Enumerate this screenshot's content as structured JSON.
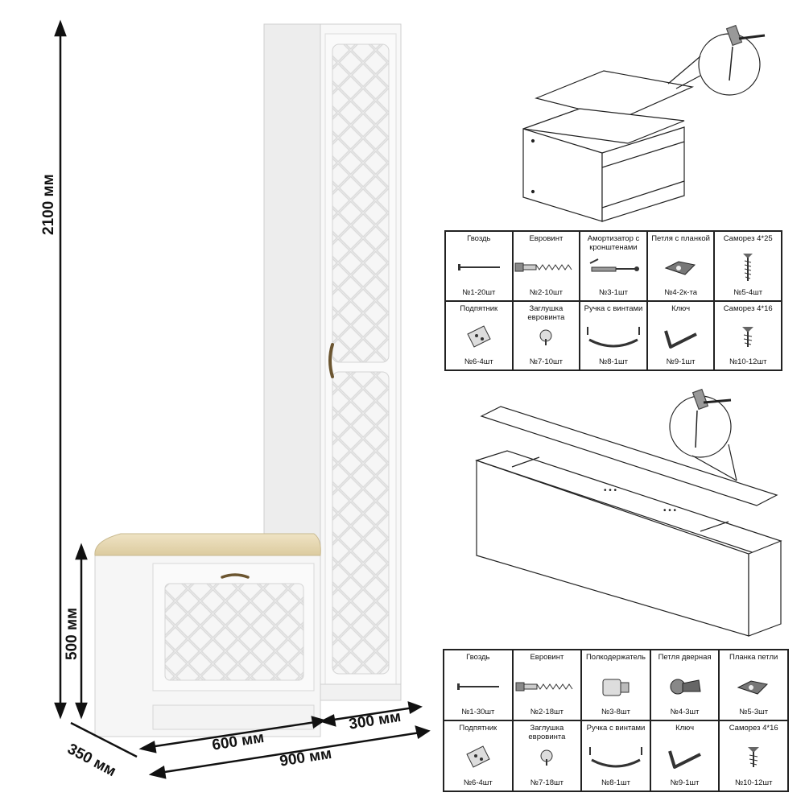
{
  "dimensions": {
    "height_total": "2100 мм",
    "height_bench": "500 мм",
    "depth": "350 мм",
    "width_bench": "600 мм",
    "width_cabinet": "300 мм",
    "width_total": "900 мм"
  },
  "parts_table_bench": {
    "row1": [
      {
        "name": "Гвоздь",
        "qty": "№1-20шт",
        "icon": "nail-icon"
      },
      {
        "name": "Евровинт",
        "qty": "№2-10шт",
        "icon": "euroscrew-icon"
      },
      {
        "name": "Амортизатор с кронштенами",
        "qty": "№3-1шт",
        "icon": "gas-spring-icon"
      },
      {
        "name": "Петля с планкой",
        "qty": "№4-2к-та",
        "icon": "hinge-plate-icon"
      },
      {
        "name": "Саморез 4*25",
        "qty": "№5-4шт",
        "icon": "wood-screw-icon"
      }
    ],
    "row2": [
      {
        "name": "Подпятник",
        "qty": "№6-4шт",
        "icon": "foot-pad-icon"
      },
      {
        "name": "Заглушка евровинта",
        "qty": "№7-10шт",
        "icon": "cap-icon"
      },
      {
        "name": "Ручка с винтами",
        "qty": "№8-1шт",
        "icon": "handle-icon"
      },
      {
        "name": "Ключ",
        "qty": "№9-1шт",
        "icon": "hex-key-icon"
      },
      {
        "name": "Саморез 4*16",
        "qty": "№10-12шт",
        "icon": "short-screw-icon"
      }
    ]
  },
  "parts_table_cabinet": {
    "row1": [
      {
        "name": "Гвоздь",
        "qty": "№1-30шт",
        "icon": "nail-icon"
      },
      {
        "name": "Евровинт",
        "qty": "№2-18шт",
        "icon": "euroscrew-icon"
      },
      {
        "name": "Полкодержатель",
        "qty": "№3-8шт",
        "icon": "shelf-support-icon"
      },
      {
        "name": "Петля дверная",
        "qty": "№4-3шт",
        "icon": "door-hinge-icon"
      },
      {
        "name": "Планка петли",
        "qty": "№5-3шт",
        "icon": "hinge-plate-icon"
      }
    ],
    "row2": [
      {
        "name": "Подпятник",
        "qty": "№6-4шт",
        "icon": "foot-pad-icon"
      },
      {
        "name": "Заглушка евровинта",
        "qty": "№7-18шт",
        "icon": "cap-icon"
      },
      {
        "name": "Ручка с винтами",
        "qty": "№8-1шт",
        "icon": "handle-icon"
      },
      {
        "name": "Ключ",
        "qty": "№9-1шт",
        "icon": "hex-key-icon"
      },
      {
        "name": "Саморез 4*16",
        "qty": "№10-12шт",
        "icon": "short-screw-icon"
      }
    ]
  },
  "colors": {
    "furniture": "#f4f4f4",
    "cushion": "#e8d9b4",
    "handle": "#6b5530",
    "line": "#222222"
  }
}
